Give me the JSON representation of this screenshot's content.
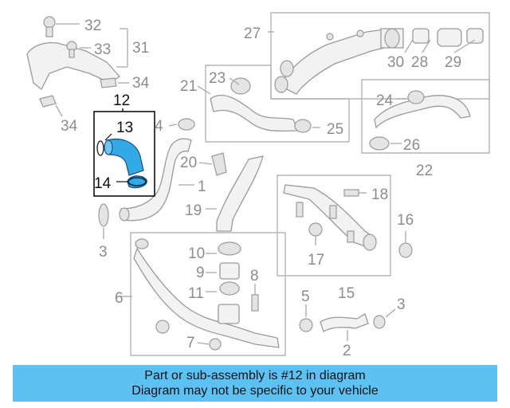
{
  "callouts": {
    "c1": "1",
    "c2": "2",
    "c3a": "3",
    "c3b": "3",
    "c4": "4",
    "c5": "5",
    "c6": "6",
    "c7": "7",
    "c8": "8",
    "c9": "9",
    "c10": "10",
    "c11": "11",
    "c12": "12",
    "c13": "13",
    "c14": "14",
    "c15": "15",
    "c16": "16",
    "c17": "17",
    "c18": "18",
    "c19": "19",
    "c20": "20",
    "c21": "21",
    "c22": "22",
    "c23": "23",
    "c24": "24",
    "c25": "25",
    "c26": "26",
    "c27": "27",
    "c28": "28",
    "c29": "29",
    "c30": "30",
    "c31": "31",
    "c32": "32",
    "c33": "33",
    "c34a": "34",
    "c34b": "34"
  },
  "highlight": {
    "part": "12",
    "color": "#2fa8e8"
  },
  "banner": {
    "line1": "Part or sub-assembly is #12 in diagram",
    "line2": "Diagram may not be specific to your vehicle",
    "color": "#5ec1f4"
  }
}
